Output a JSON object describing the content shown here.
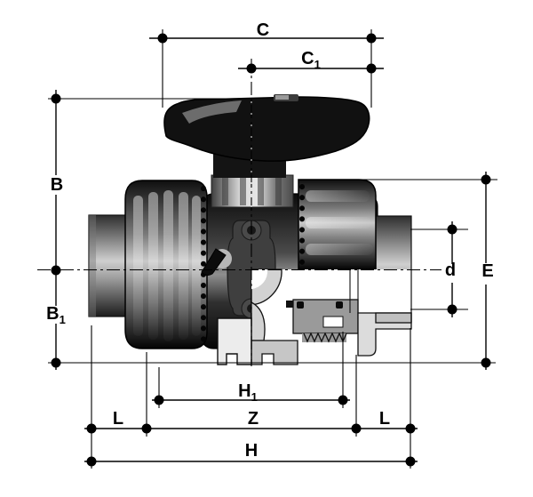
{
  "title": "Ball valve dimensional technical drawing",
  "drawing": {
    "type": "engineering-dimension-drawing",
    "subject": "double-union ball valve, half section view",
    "line_color": "#000000",
    "background_color": "#ffffff",
    "labels": {
      "c": {
        "base": "C",
        "sub": ""
      },
      "c1": {
        "base": "C",
        "sub": "1"
      },
      "b": {
        "base": "B",
        "sub": ""
      },
      "b1": {
        "base": "B",
        "sub": "1"
      },
      "d": {
        "base": "d",
        "sub": ""
      },
      "e": {
        "base": "E",
        "sub": ""
      },
      "h1": {
        "base": "H",
        "sub": "1"
      },
      "z": {
        "base": "Z",
        "sub": ""
      },
      "l_left": {
        "base": "L",
        "sub": ""
      },
      "l_right": {
        "base": "L",
        "sub": ""
      },
      "h": {
        "base": "H",
        "sub": ""
      }
    }
  }
}
